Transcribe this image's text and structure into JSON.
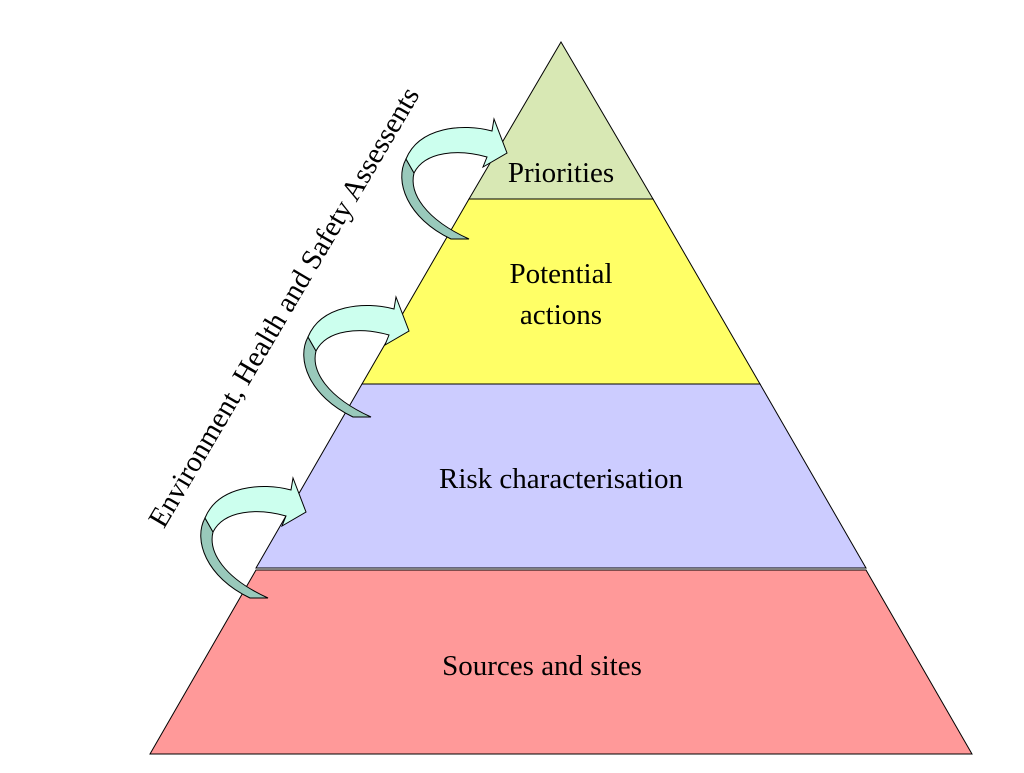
{
  "diagram": {
    "side_label": "Environment, Health and Safety Assessents",
    "tiers": [
      {
        "id": "priorities",
        "lines": [
          "Priorities"
        ],
        "color": "#d8e8b4"
      },
      {
        "id": "potential-actions",
        "lines": [
          "Potential",
          "actions"
        ],
        "color": "#ffff66"
      },
      {
        "id": "risk-characterisation",
        "lines": [
          "Risk characterisation"
        ],
        "color": "#ccccff"
      },
      {
        "id": "sources-and-sites",
        "lines": [
          "Sources and sites"
        ],
        "color": "#ff9999"
      }
    ],
    "arrow_colors": {
      "front": "#ccffee",
      "back": "#99c9bb"
    }
  }
}
